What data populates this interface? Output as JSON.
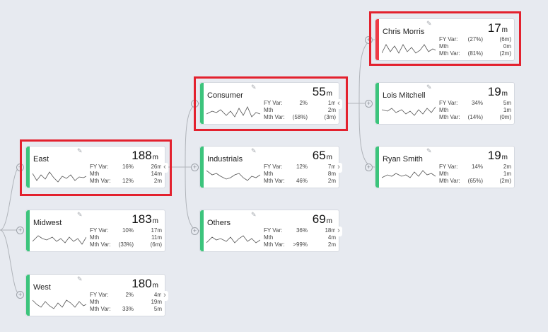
{
  "cards": [
    {
      "name": "East",
      "value": "188",
      "unit": "m",
      "metrics": [
        {
          "label": "FY Var:",
          "pct": "16%",
          "val": "26m"
        },
        {
          "label": "Mth",
          "pct": "",
          "val": "14m"
        },
        {
          "label": "Mth Var:",
          "pct": "12%",
          "val": "2m"
        }
      ],
      "status": "good"
    },
    {
      "name": "Midwest",
      "value": "183",
      "unit": "m",
      "metrics": [
        {
          "label": "FY Var:",
          "pct": "10%",
          "val": "17m"
        },
        {
          "label": "Mth",
          "pct": "",
          "val": "11m"
        },
        {
          "label": "Mth Var:",
          "pct": "(33%)",
          "val": "(6m)"
        }
      ],
      "status": "good"
    },
    {
      "name": "West",
      "value": "180",
      "unit": "m",
      "metrics": [
        {
          "label": "FY Var:",
          "pct": "2%",
          "val": "4m"
        },
        {
          "label": "Mth",
          "pct": "",
          "val": "19m"
        },
        {
          "label": "Mth Var:",
          "pct": "33%",
          "val": "5m"
        }
      ],
      "status": "good"
    },
    {
      "name": "Consumer",
      "value": "55",
      "unit": "m",
      "metrics": [
        {
          "label": "FY Var:",
          "pct": "2%",
          "val": "1m"
        },
        {
          "label": "Mth",
          "pct": "",
          "val": "2m"
        },
        {
          "label": "Mth Var:",
          "pct": "(58%)",
          "val": "(3m)"
        }
      ],
      "status": "good"
    },
    {
      "name": "Industrials",
      "value": "65",
      "unit": "m",
      "metrics": [
        {
          "label": "FY Var:",
          "pct": "12%",
          "val": "7m"
        },
        {
          "label": "Mth",
          "pct": "",
          "val": "8m"
        },
        {
          "label": "Mth Var:",
          "pct": "46%",
          "val": "2m"
        }
      ],
      "status": "good"
    },
    {
      "name": "Others",
      "value": "69",
      "unit": "m",
      "metrics": [
        {
          "label": "FY Var:",
          "pct": "36%",
          "val": "18m"
        },
        {
          "label": "Mth",
          "pct": "",
          "val": "4m"
        },
        {
          "label": "Mth Var:",
          "pct": ">99%",
          "val": "2m"
        }
      ],
      "status": "good"
    },
    {
      "name": "Chris Morris",
      "value": "17",
      "unit": "m",
      "metrics": [
        {
          "label": "FY Var:",
          "pct": "(27%)",
          "val": "(6m)"
        },
        {
          "label": "Mth",
          "pct": "",
          "val": "0m"
        },
        {
          "label": "Mth Var:",
          "pct": "(81%)",
          "val": "(2m)"
        }
      ],
      "status": "bad"
    },
    {
      "name": "Lois Mitchell",
      "value": "19",
      "unit": "m",
      "metrics": [
        {
          "label": "FY Var:",
          "pct": "34%",
          "val": "5m"
        },
        {
          "label": "Mth",
          "pct": "",
          "val": "1m"
        },
        {
          "label": "Mth Var:",
          "pct": "(14%)",
          "val": "(0m)"
        }
      ],
      "status": "good"
    },
    {
      "name": "Ryan Smith",
      "value": "19",
      "unit": "m",
      "metrics": [
        {
          "label": "FY Var:",
          "pct": "14%",
          "val": "2m"
        },
        {
          "label": "Mth",
          "pct": "",
          "val": "1m"
        },
        {
          "label": "Mth Var:",
          "pct": "(65%)",
          "val": "(2m)"
        }
      ],
      "status": "good"
    }
  ],
  "colors": {
    "good": "#3cc47c",
    "bad": "#ee3a45",
    "highlight": "#e3212e"
  },
  "icons": {
    "edit": "pencil-icon",
    "expand": "plus-circle-icon",
    "collapse": "chevron-icon"
  }
}
